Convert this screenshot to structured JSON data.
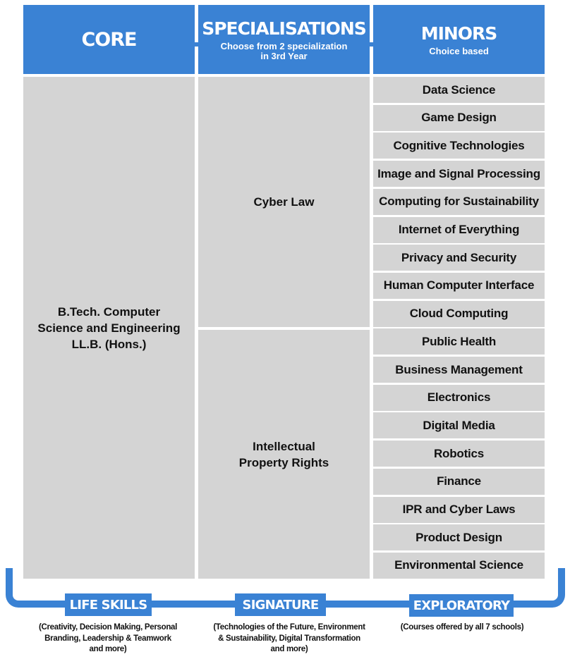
{
  "headers": {
    "core": {
      "title": "CORE"
    },
    "specialisations": {
      "title": "SPECIALISATIONS",
      "subtitle_1": "Choose from 2 specialization",
      "subtitle_2": "in 3rd Year"
    },
    "minors": {
      "title": "MINORS",
      "subtitle": "Choice based"
    }
  },
  "core": {
    "line1": "B.Tech. Computer",
    "line2": "Science and Engineering",
    "line3": "LL.B. (Hons.)"
  },
  "specialisations": [
    {
      "line1": "Cyber Law",
      "line2": ""
    },
    {
      "line1": "Intellectual",
      "line2": "Property Rights"
    }
  ],
  "minors": [
    "Data Science",
    "Game Design",
    "Cognitive Technologies",
    "Image and Signal Processing",
    "Computing for Sustainability",
    "Internet of Everything",
    "Privacy and Security",
    "Human Computer Interface",
    "Cloud Computing",
    "Public Health",
    "Business Management",
    "Electronics",
    "Digital Media",
    "Robotics",
    "Finance",
    "IPR and Cyber Laws",
    "Product Design",
    "Environmental Science"
  ],
  "foundation": [
    {
      "label": "LIFE SKILLS",
      "desc": [
        "(Creativity, Decision Making, Personal",
        "Branding, Leadership & Teamwork",
        "and more)"
      ]
    },
    {
      "label": "SIGNATURE",
      "desc": [
        "(Technologies of the Future, Environment",
        "& Sustainability, Digital Transformation",
        "and more)"
      ]
    },
    {
      "label": "EXPLORATORY",
      "desc": [
        "(Courses offered by all 7 schools)"
      ]
    }
  ],
  "colors": {
    "accent": "#3a82d4",
    "cell": "#d4d4d4"
  }
}
